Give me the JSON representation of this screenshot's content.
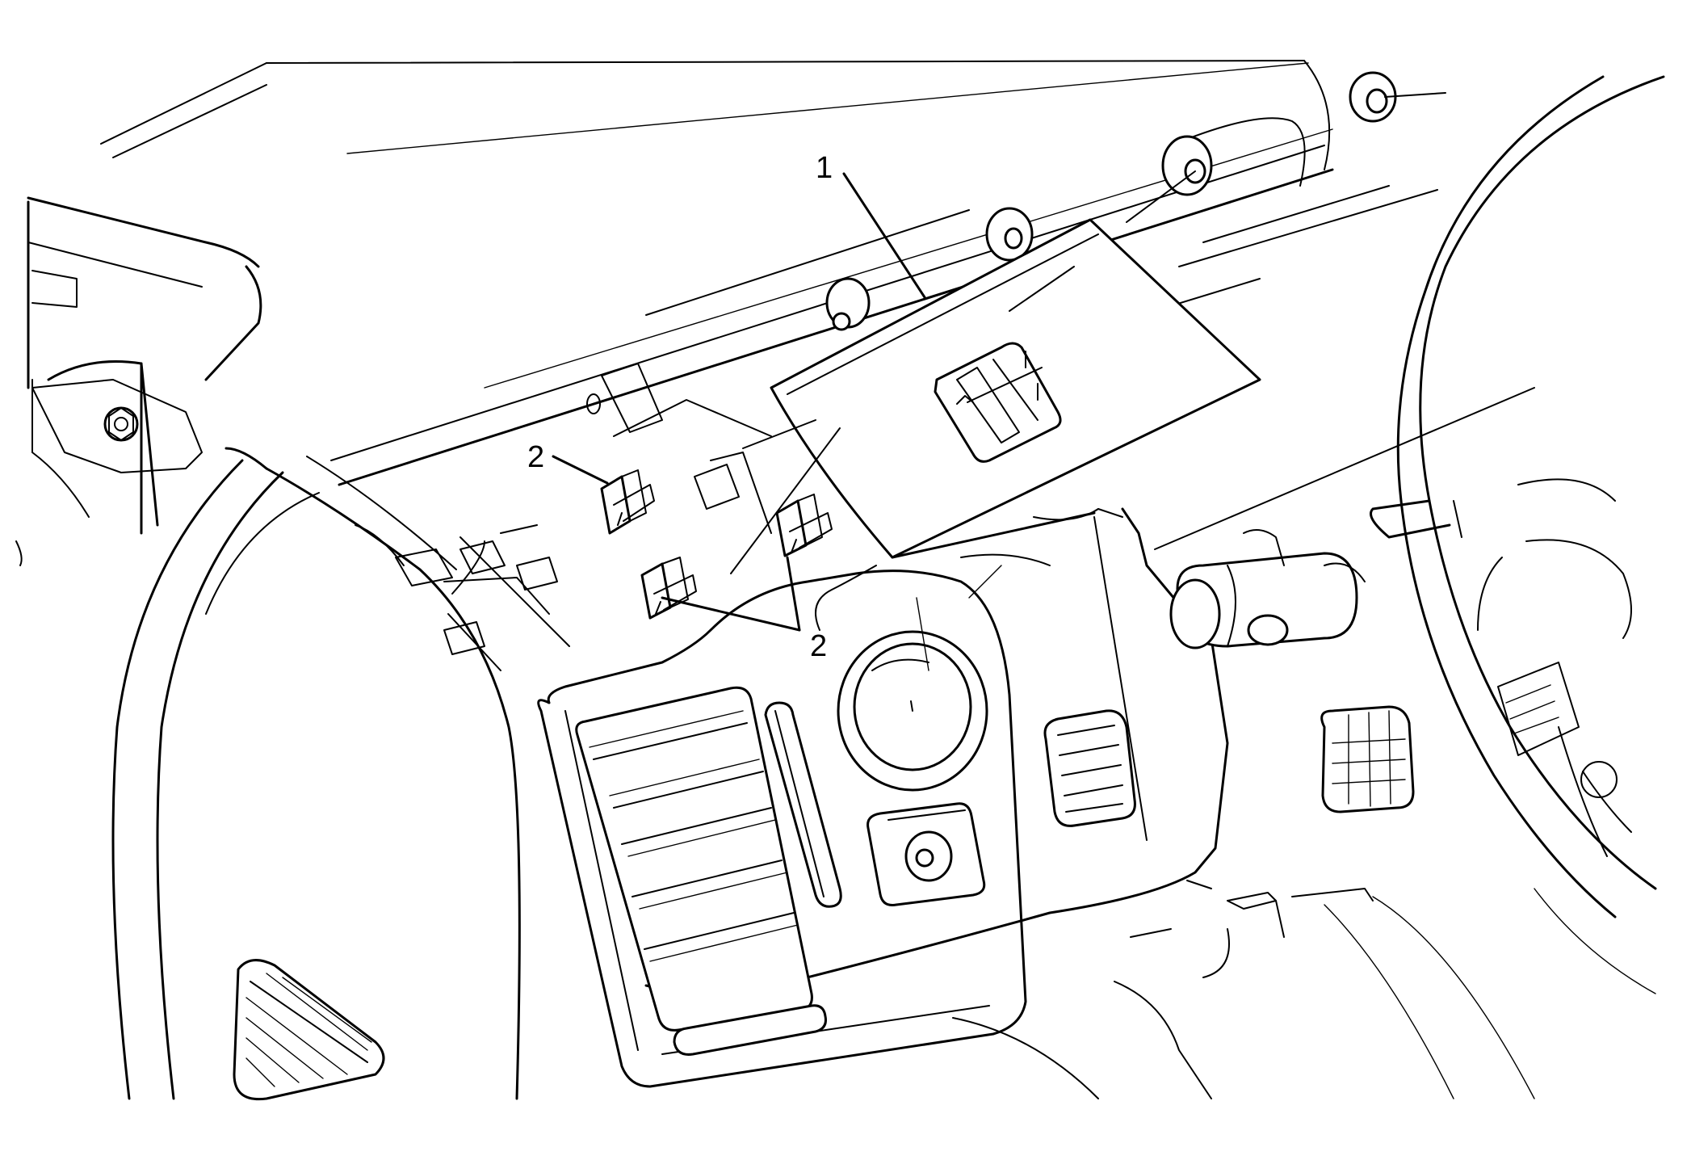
{
  "callouts": [
    {
      "id": "callout-1",
      "label": "1",
      "part": "window-switch-bezel"
    },
    {
      "id": "callout-2a",
      "label": "2",
      "part": "retaining-clip"
    },
    {
      "id": "callout-2b",
      "label": "2",
      "part": "retaining-clip"
    }
  ],
  "colors": {
    "line": "#000000",
    "background": "#ffffff"
  },
  "style": "line-art-technical-illustration"
}
